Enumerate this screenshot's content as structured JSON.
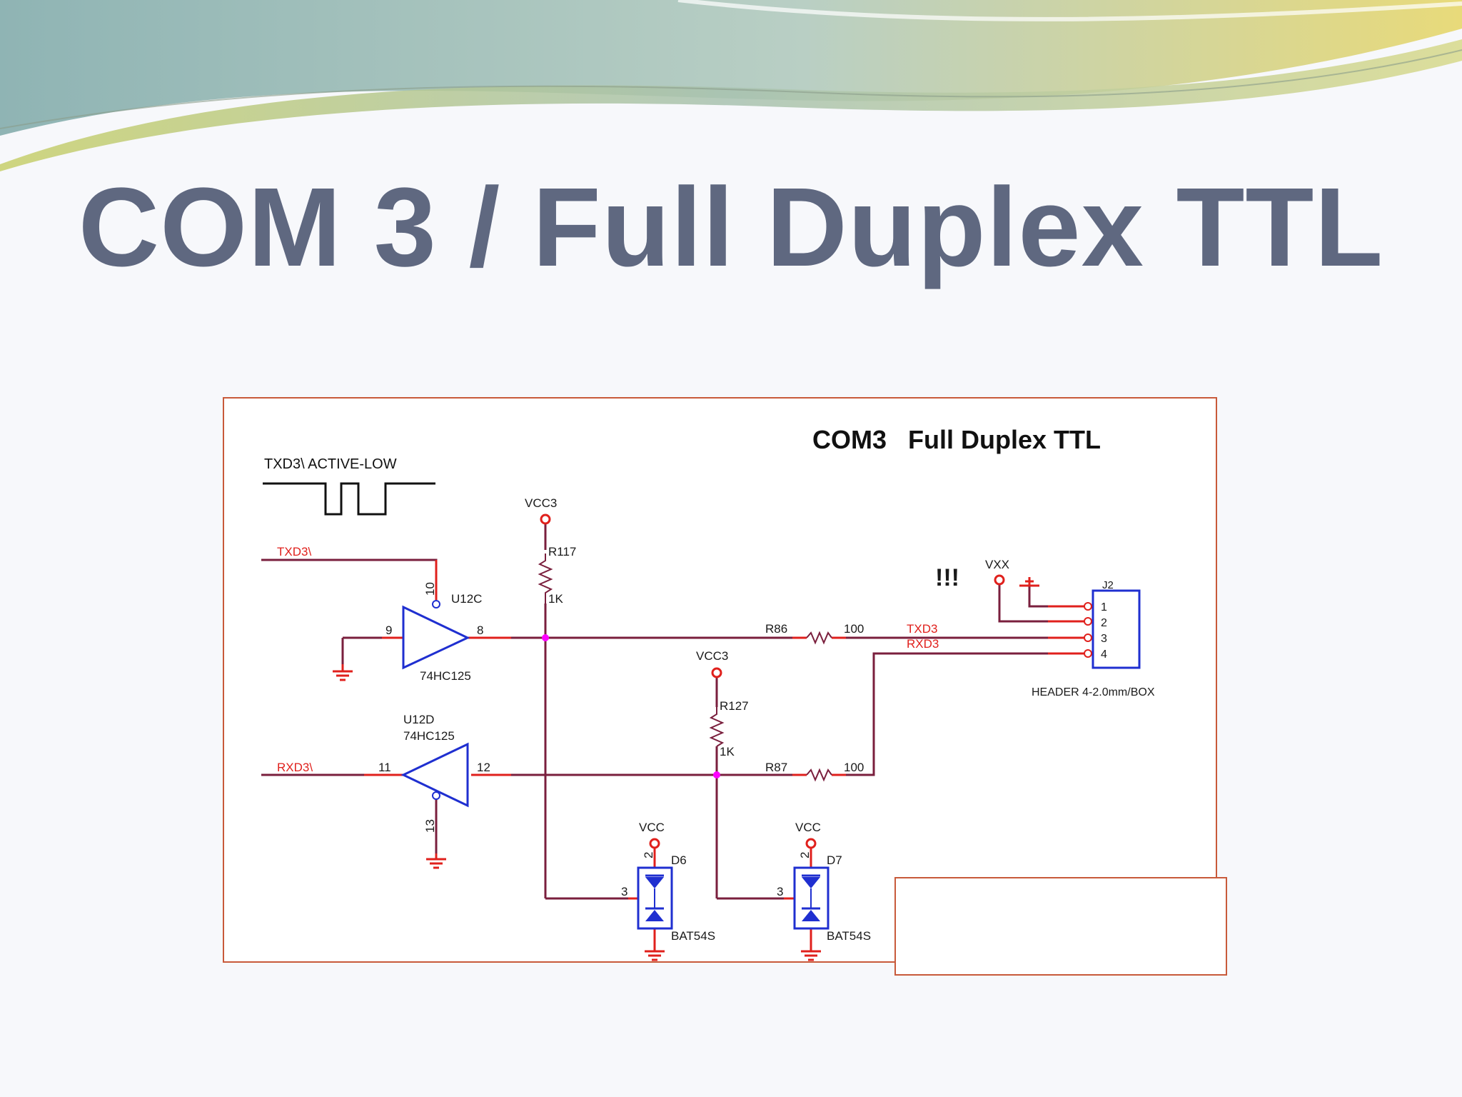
{
  "slide": {
    "title": "COM 3 / Full Duplex TTL"
  },
  "schematic": {
    "heading": "COM3   Full Duplex TTL",
    "timing_label": "TXD3\\ ACTIVE-LOW",
    "warning_mark": "!!!",
    "nets": {
      "txd_in": "TXD3\\",
      "rxd_out": "RXD3\\",
      "txd_header": "TXD3",
      "rxd_header": "RXD3"
    },
    "buffers": [
      {
        "ref": "U12C",
        "part": "74HC125",
        "pin_in": "9",
        "pin_out": "8",
        "pin_oe": "10"
      },
      {
        "ref": "U12D",
        "part": "74HC125",
        "pin_in": "11",
        "pin_out": "12",
        "pin_oe": "13"
      }
    ],
    "resistors": [
      {
        "ref": "R117",
        "value": "1K"
      },
      {
        "ref": "R127",
        "value": "1K"
      },
      {
        "ref": "R86",
        "value": "100"
      },
      {
        "ref": "R87",
        "value": "100"
      }
    ],
    "power": {
      "vcc3_a": "VCC3",
      "vcc3_b": "VCC3",
      "vcc_a": "VCC",
      "vcc_b": "VCC",
      "vxx": "VXX"
    },
    "diodes": [
      {
        "ref": "D6",
        "part": "BAT54S",
        "pin_top": "2",
        "pin_side": "3"
      },
      {
        "ref": "D7",
        "part": "BAT54S",
        "pin_top": "2",
        "pin_side": "3"
      }
    ],
    "connector": {
      "ref": "J2",
      "pins": [
        "1",
        "2",
        "3",
        "4"
      ],
      "description": "HEADER 4-2.0mm/BOX"
    }
  },
  "colors": {
    "title": "#5f6880",
    "wire": "#7a1f3d",
    "net_label": "#e0201c",
    "frame": "#c85a3a",
    "component": "#1f2fd0",
    "junction": "#ff00ff"
  }
}
